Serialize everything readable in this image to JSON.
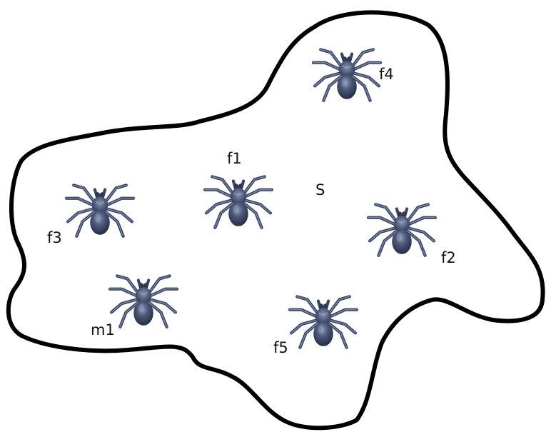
{
  "center_label": "S",
  "spiders": [
    {
      "id": "f4",
      "label": "f4"
    },
    {
      "id": "f1",
      "label": "f1"
    },
    {
      "id": "f3",
      "label": "f3"
    },
    {
      "id": "f2",
      "label": "f2"
    },
    {
      "id": "m1",
      "label": "m1"
    },
    {
      "id": "f5",
      "label": "f5"
    }
  ],
  "colors": {
    "boundary": "#000000",
    "spider_body": "#46506e",
    "spider_dark": "#2c3450",
    "spider_light": "#7b87a6",
    "text": "#111111"
  },
  "icons": {
    "spider": "spider-icon"
  }
}
